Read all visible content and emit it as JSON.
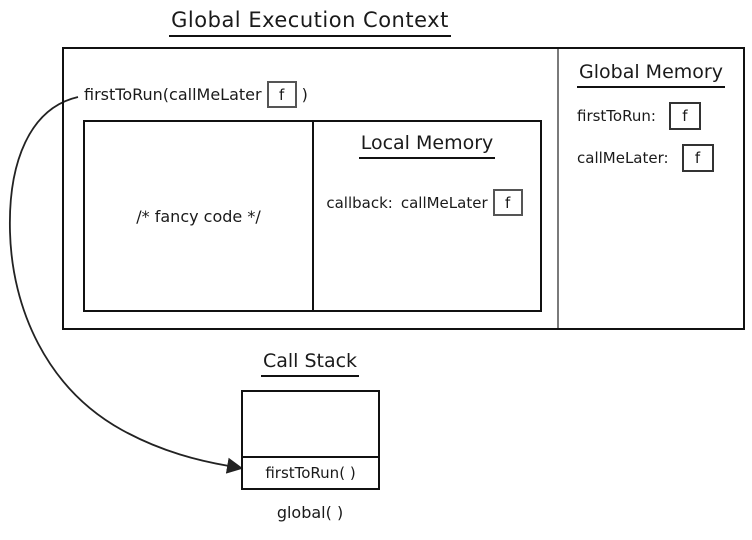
{
  "title": "Global Execution Context",
  "gec": {
    "call_line": {
      "prefix": "firstToRun(callMeLater",
      "badge": "f",
      "suffix": ")"
    },
    "code_box": {
      "comment": "/* fancy code */"
    },
    "local_memory": {
      "title": "Local Memory",
      "entries": [
        {
          "key": "callback:",
          "value": "callMeLater",
          "badge": "f"
        }
      ]
    },
    "global_memory": {
      "title": "Global Memory",
      "entries": [
        {
          "key": "firstToRun:",
          "badge": "f"
        },
        {
          "key": "callMeLater:",
          "badge": "f"
        }
      ]
    }
  },
  "call_stack": {
    "title": "Call Stack",
    "frames": [
      "firstToRun( )"
    ],
    "base_label": "global( )"
  },
  "colors": {
    "line": "#111111",
    "divider": "#7a7a7a",
    "arrow": "#222222",
    "background": "#ffffff"
  }
}
